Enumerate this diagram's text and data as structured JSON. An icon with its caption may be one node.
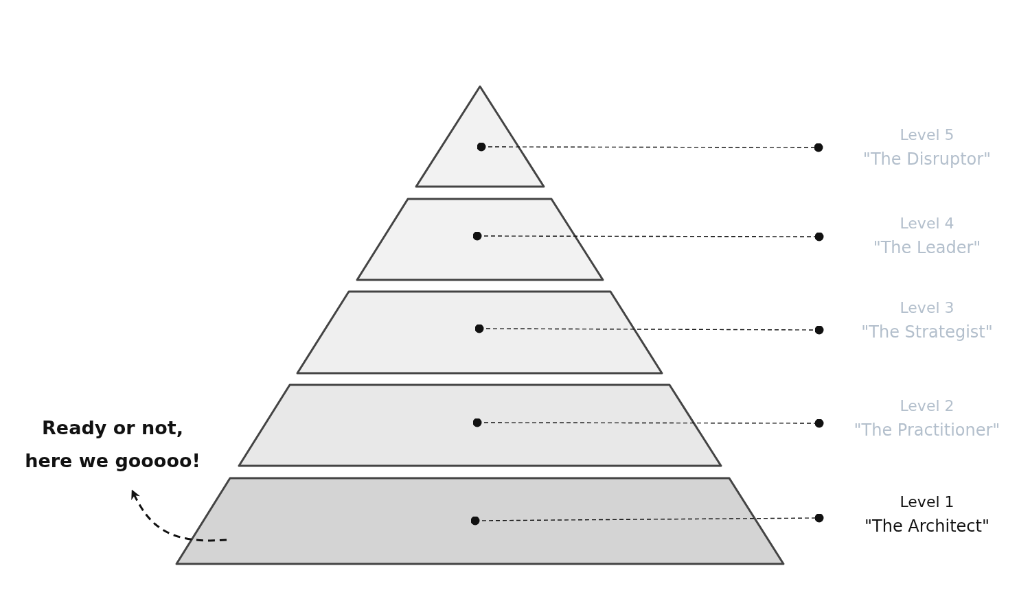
{
  "diagram": {
    "nodes": [
      {
        "text": [],
        "shape": "triangle"
      },
      {
        "text": [
          "Level 5",
          "\"The Disruptor\""
        ]
      },
      {
        "text": [],
        "shape": "trapezoid"
      },
      {
        "text": [
          "Level 4",
          "\"The Leader\""
        ]
      },
      {
        "text": [],
        "shape": "trapezoid"
      },
      {
        "text": [
          "Level 3",
          "\"The Strategist\""
        ]
      },
      {
        "text": [],
        "shape": "trapezoid"
      },
      {
        "text": [
          "Level 2",
          "\"The Practitioner\""
        ]
      },
      {
        "text": [],
        "shape": "trapezoid"
      },
      {
        "text": [
          "Level 1",
          "\"The Architect\""
        ]
      },
      {
        "text": [
          "Ready or not, here we gooooo!"
        ]
      }
    ],
    "edges": [
      {
        "from": 0,
        "to": 1,
        "arrow": "other",
        "style": "dashed"
      },
      {
        "from": 2,
        "to": 3,
        "arrow": "other",
        "style": "dashed"
      },
      {
        "from": 4,
        "to": 5,
        "arrow": "other",
        "style": "dashed"
      },
      {
        "from": 6,
        "to": 7,
        "arrow": "other",
        "style": "dashed"
      },
      {
        "from": 8,
        "to": 9,
        "arrow": "other",
        "style": "dashed"
      },
      {
        "from": 8,
        "to": 10,
        "arrow": "to",
        "style": "dashed"
      }
    ]
  }
}
